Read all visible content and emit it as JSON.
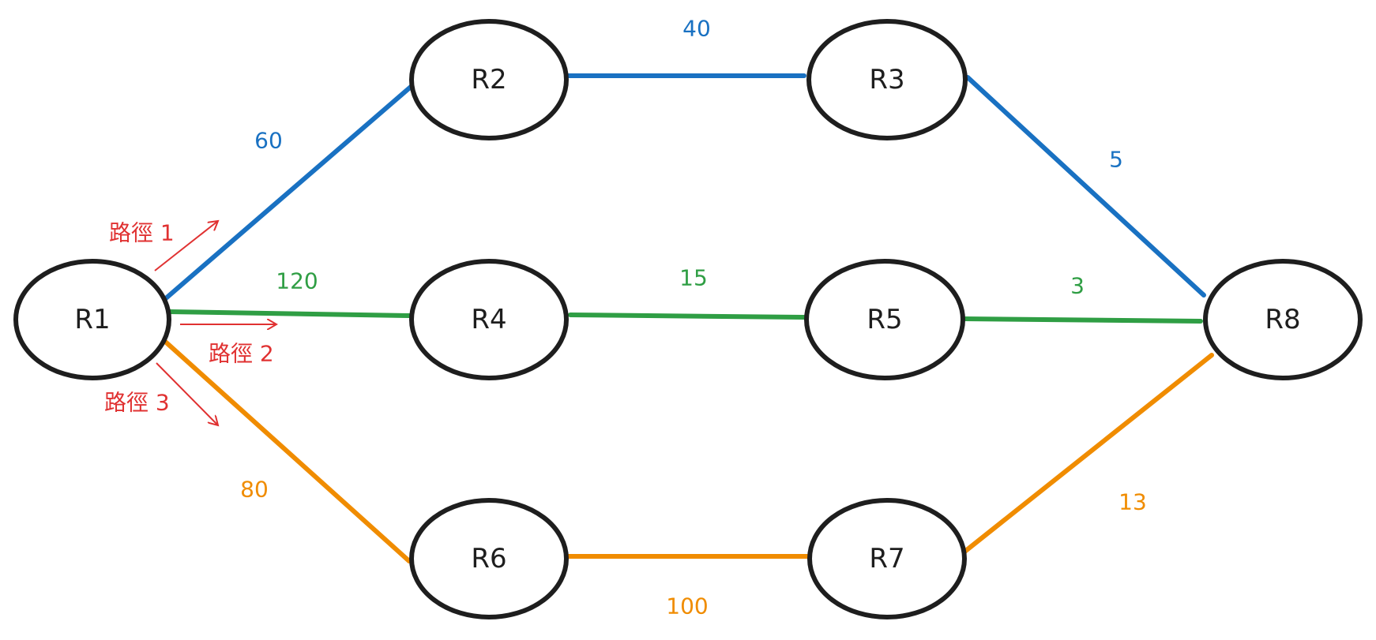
{
  "colors": {
    "path1": "#1971c2",
    "path2": "#2f9e44",
    "path3": "#f08c00",
    "annotation": "#e03131",
    "node_stroke": "#1e1e1e"
  },
  "nodes": [
    {
      "id": "R1",
      "label": "R1"
    },
    {
      "id": "R2",
      "label": "R2"
    },
    {
      "id": "R3",
      "label": "R3"
    },
    {
      "id": "R4",
      "label": "R4"
    },
    {
      "id": "R5",
      "label": "R5"
    },
    {
      "id": "R6",
      "label": "R6"
    },
    {
      "id": "R7",
      "label": "R7"
    },
    {
      "id": "R8",
      "label": "R8"
    }
  ],
  "edges": [
    {
      "from": "R1",
      "to": "R2",
      "weight": "60",
      "path": "path1"
    },
    {
      "from": "R2",
      "to": "R3",
      "weight": "40",
      "path": "path1"
    },
    {
      "from": "R3",
      "to": "R8",
      "weight": "5",
      "path": "path1"
    },
    {
      "from": "R1",
      "to": "R4",
      "weight": "120",
      "path": "path2"
    },
    {
      "from": "R4",
      "to": "R5",
      "weight": "15",
      "path": "path2"
    },
    {
      "from": "R5",
      "to": "R8",
      "weight": "3",
      "path": "path2"
    },
    {
      "from": "R1",
      "to": "R6",
      "weight": "80",
      "path": "path3"
    },
    {
      "from": "R6",
      "to": "R7",
      "weight": "100",
      "path": "path3"
    },
    {
      "from": "R7",
      "to": "R8",
      "weight": "13",
      "path": "path3"
    }
  ],
  "annotations": {
    "path1_label": "路徑 1",
    "path2_label": "路徑 2",
    "path3_label": "路徑 3"
  }
}
